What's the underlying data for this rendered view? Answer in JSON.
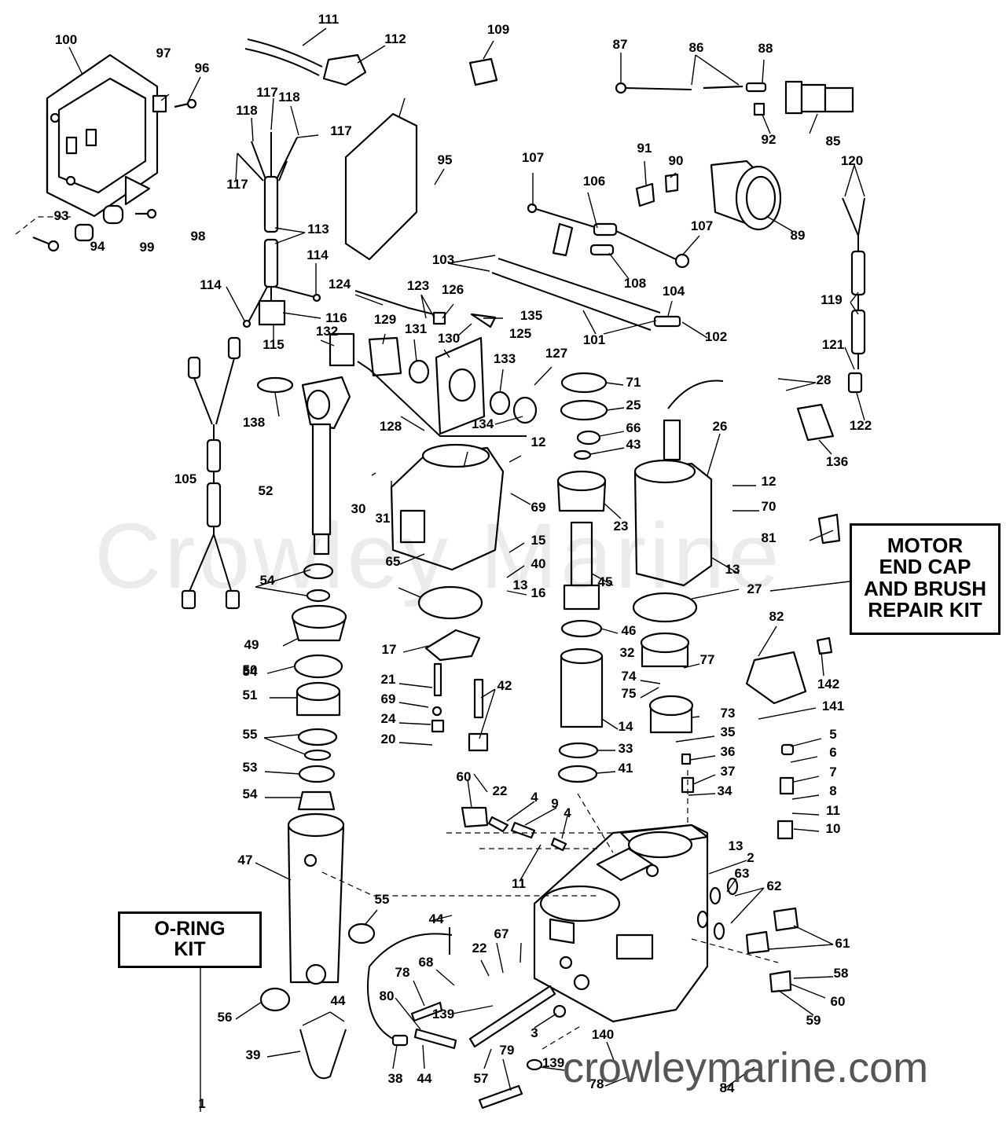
{
  "watermark": "Crowley Marine",
  "footer_brand": "crowleymarine.com",
  "kits": {
    "oring_kit": [
      "O-RING",
      "KIT"
    ],
    "motor_kit": [
      "MOTOR",
      "END CAP",
      "AND BRUSH",
      "REPAIR KIT"
    ]
  },
  "callout_labels": [
    "1",
    "2",
    "3",
    "4",
    "4",
    "5",
    "6",
    "7",
    "8",
    "9",
    "10",
    "11",
    "11",
    "12",
    "12",
    "13",
    "13",
    "13",
    "14",
    "15",
    "16",
    "17",
    "20",
    "21",
    "22",
    "22",
    "23",
    "24",
    "25",
    "26",
    "27",
    "28",
    "30",
    "31",
    "32",
    "33",
    "34",
    "35",
    "36",
    "37",
    "38",
    "39",
    "40",
    "41",
    "42",
    "43",
    "44",
    "44",
    "44",
    "45",
    "46",
    "47",
    "49",
    "50",
    "51",
    "52",
    "53",
    "54",
    "54",
    "54",
    "55",
    "55",
    "56",
    "57",
    "58",
    "59",
    "60",
    "60",
    "61",
    "62",
    "63",
    "65",
    "66",
    "67",
    "68",
    "69",
    "69",
    "70",
    "71",
    "73",
    "74",
    "75",
    "77",
    "78",
    "78",
    "79",
    "80",
    "81",
    "82",
    "84",
    "85",
    "86",
    "87",
    "88",
    "89",
    "90",
    "91",
    "92",
    "93",
    "94",
    "95",
    "96",
    "97",
    "98",
    "99",
    "100",
    "101",
    "102",
    "103",
    "104",
    "105",
    "106",
    "107",
    "107",
    "108",
    "109",
    "111",
    "112",
    "113",
    "114",
    "114",
    "115",
    "116",
    "117",
    "117",
    "117",
    "118",
    "118",
    "119",
    "120",
    "121",
    "122",
    "123",
    "124",
    "125",
    "126",
    "127",
    "128",
    "129",
    "130",
    "131",
    "132",
    "133",
    "134",
    "135",
    "136",
    "138",
    "139",
    "139",
    "140",
    "141",
    "142"
  ]
}
